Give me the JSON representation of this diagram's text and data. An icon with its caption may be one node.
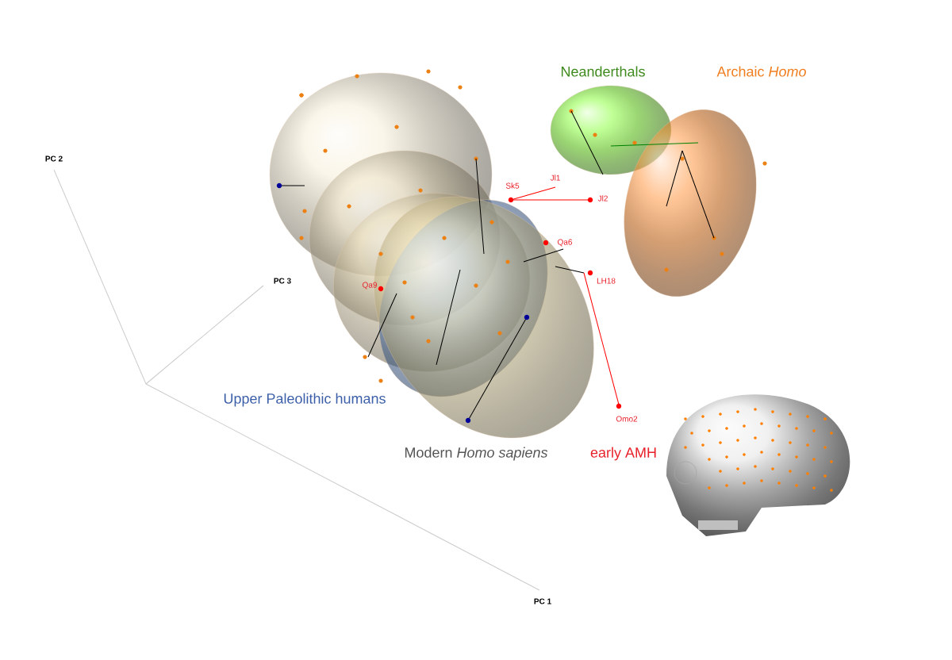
{
  "diagram": {
    "labels": [
      "Neanderthals",
      "Archaic *Homo*",
      "Sk5",
      "Jl1",
      "Jl2",
      "Qa6",
      "LH18",
      "Qa9",
      "Omo2",
      "PC 2",
      "PC 3",
      "Upper Paleolithic humans",
      "Modern *Homo sapiens*",
      "early AMH",
      "PC 1"
    ]
  }
}
